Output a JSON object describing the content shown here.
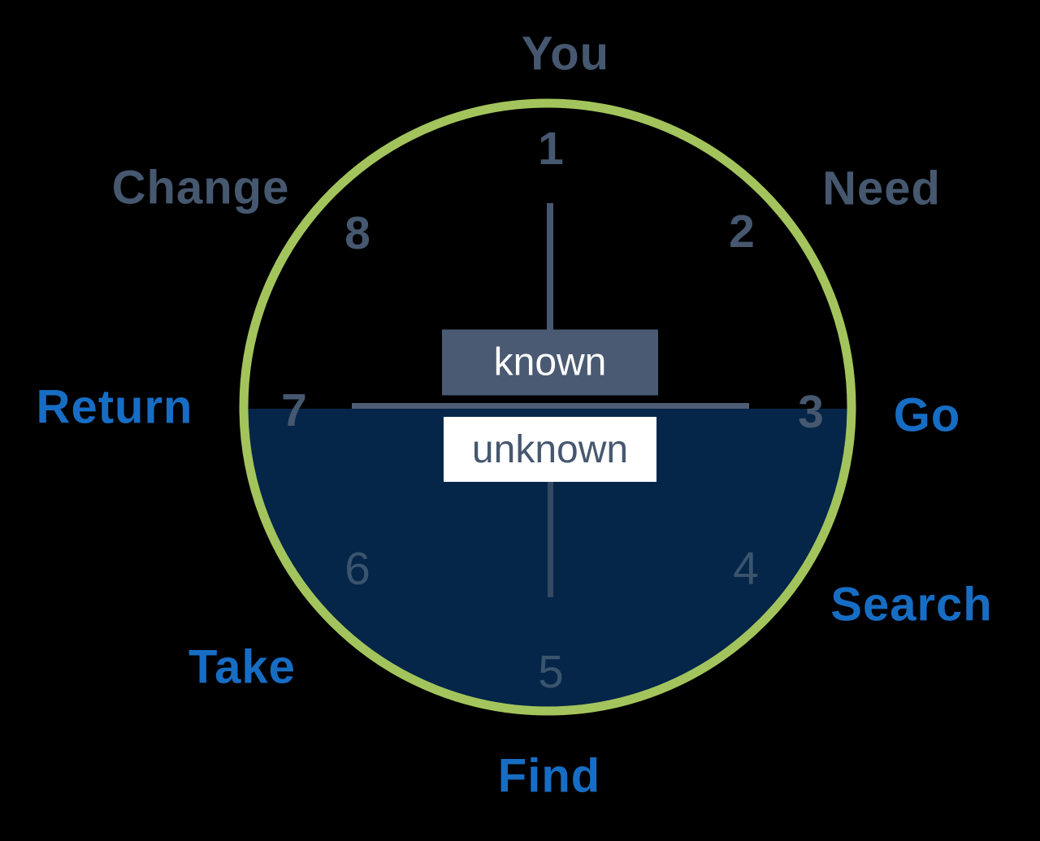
{
  "diagram": {
    "name": "story-circle",
    "stages": [
      {
        "num": "1",
        "label": "You"
      },
      {
        "num": "2",
        "label": "Need"
      },
      {
        "num": "3",
        "label": "Go"
      },
      {
        "num": "4",
        "label": "Search"
      },
      {
        "num": "5",
        "label": "Find"
      },
      {
        "num": "6",
        "label": "Take"
      },
      {
        "num": "7",
        "label": "Return"
      },
      {
        "num": "8",
        "label": "Change"
      }
    ],
    "center_labels": {
      "top": "known",
      "bottom": "unknown"
    }
  },
  "colors": {
    "background": "#000000",
    "circle_stroke": "#A3C45C",
    "lower_half_fill": "#052648",
    "slate_text": "#46586F",
    "blue_text": "#176DC4",
    "muted_number": "#3A546E",
    "known_box_fill": "#4A5A73",
    "known_text": "#FFFFFF",
    "unknown_box_fill": "#FFFFFF",
    "unknown_text": "#46586F",
    "divider_line": "#4E5D74",
    "lower_axis_line": "#344962"
  }
}
